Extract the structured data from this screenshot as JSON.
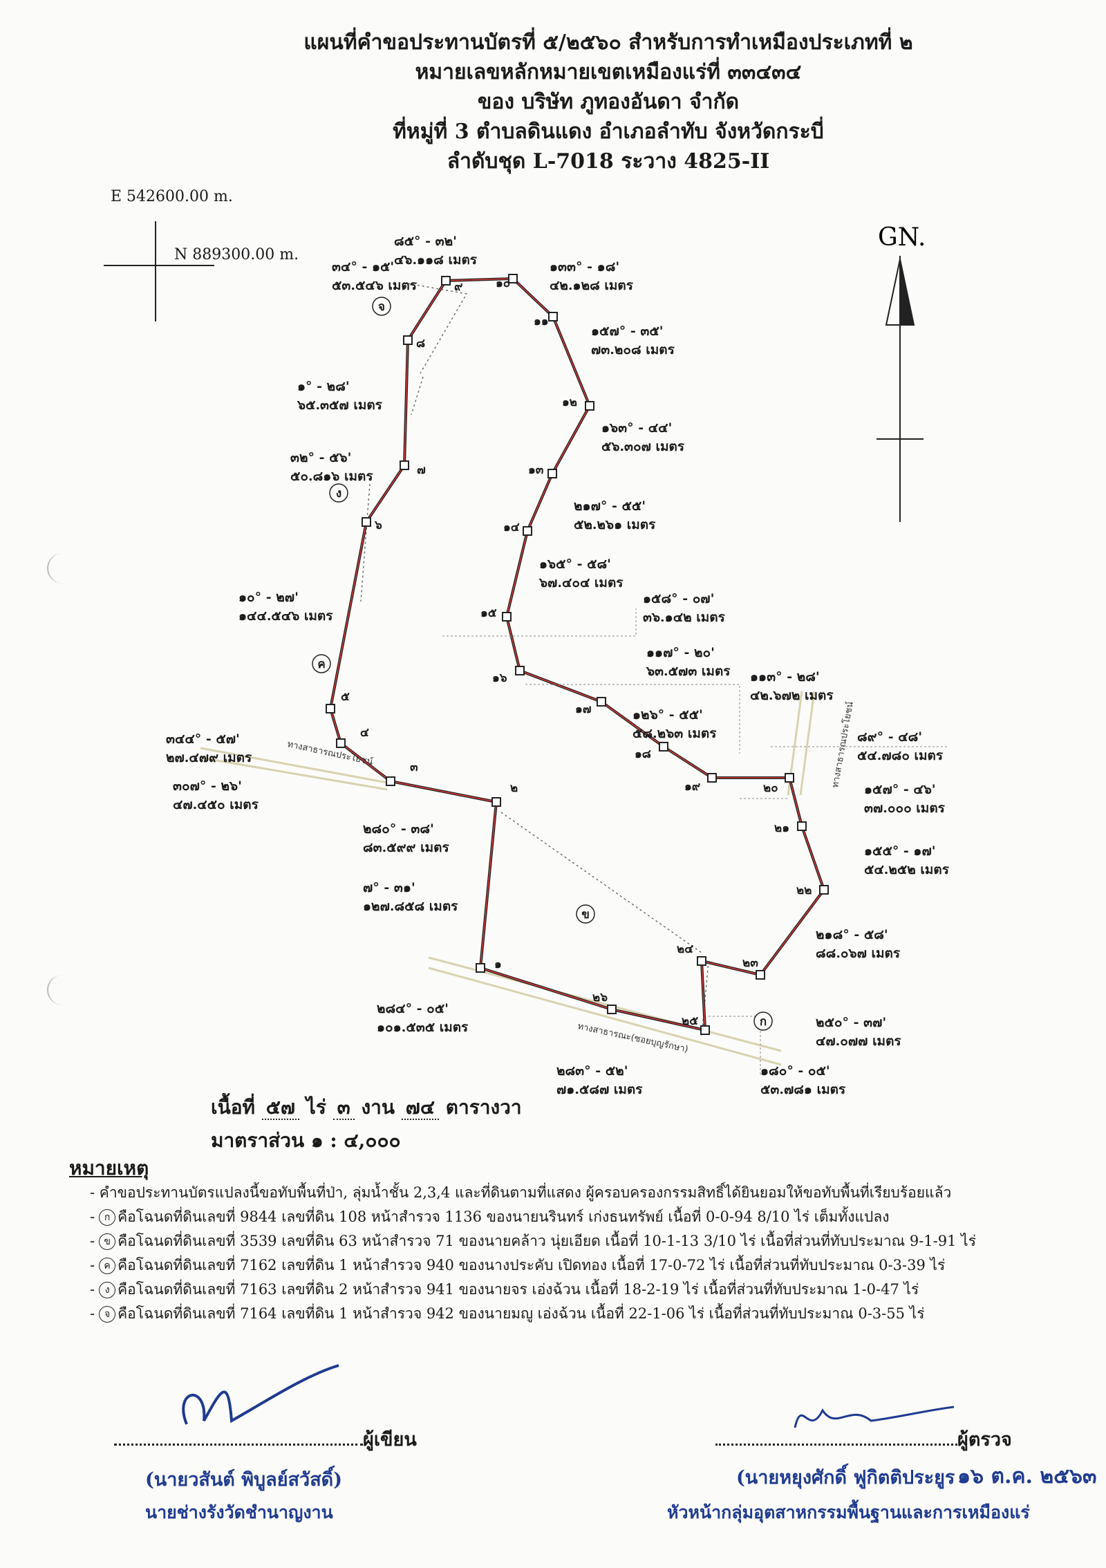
{
  "title": {
    "line1": "แผนที่คำขอประทานบัตรที่ ๕/๒๕๖๐ สำหรับการทำเหมืองประเภทที่ ๒",
    "line2": "หมายเลขหลักหมายเขตเหมืองแร่ที่ ๓๓๔๓๔",
    "line3": "ของ บริษัท ภูทองอันดา จำกัด",
    "line4": "ที่หมู่ที่ 3 ตำบลดินแดง อำเภอลำทับ จังหวัดกระบี่",
    "line5": "ลำดับชุด L-7018 ระวาง 4825-II"
  },
  "coords": {
    "easting": "E 542600.00 m.",
    "northing": "N 889300.00 m."
  },
  "north_label": "GN.",
  "points": [
    {
      "id": "๑",
      "x": 0,
      "y": 0
    },
    {
      "id": "๒",
      "x": 0,
      "y": 0
    },
    {
      "id": "๓",
      "x": 0,
      "y": 0
    },
    {
      "id": "๔",
      "x": 0,
      "y": 0
    },
    {
      "id": "๕",
      "x": 0,
      "y": 0
    },
    {
      "id": "๖",
      "x": 0,
      "y": 0
    },
    {
      "id": "๗",
      "x": 0,
      "y": 0
    },
    {
      "id": "๘",
      "x": 0,
      "y": 0
    },
    {
      "id": "๙",
      "x": 0,
      "y": 0
    },
    {
      "id": "๑๐",
      "x": 0,
      "y": 0
    },
    {
      "id": "๑๑",
      "x": 0,
      "y": 0
    },
    {
      "id": "๑๒",
      "x": 0,
      "y": 0
    },
    {
      "id": "๑๓",
      "x": 0,
      "y": 0
    },
    {
      "id": "๑๔",
      "x": 0,
      "y": 0
    },
    {
      "id": "๑๕",
      "x": 0,
      "y": 0
    },
    {
      "id": "๑๖",
      "x": 0,
      "y": 0
    },
    {
      "id": "๑๗",
      "x": 0,
      "y": 0
    },
    {
      "id": "๑๘",
      "x": 0,
      "y": 0
    },
    {
      "id": "๑๙",
      "x": 0,
      "y": 0
    },
    {
      "id": "๒๐",
      "x": 0,
      "y": 0
    },
    {
      "id": "๒๑",
      "x": 0,
      "y": 0
    },
    {
      "id": "๒๒",
      "x": 0,
      "y": 0
    },
    {
      "id": "๒๓",
      "x": 0,
      "y": 0
    },
    {
      "id": "๒๔",
      "x": 0,
      "y": 0
    },
    {
      "id": "๒๕",
      "x": 0,
      "y": 0
    },
    {
      "id": "๒๖",
      "x": 0,
      "y": 0
    }
  ],
  "bearings": [
    {
      "b": "๘๕° - ๓๒'",
      "d": "๔๖.๑๑๘ เมตร"
    },
    {
      "b": "๓๔° - ๑๕'",
      "d": "๕๓.๕๔๖ เมตร"
    },
    {
      "b": "๑๓๓° - ๑๘'",
      "d": "๔๒.๑๒๘ เมตร"
    },
    {
      "b": "๑๕๗° - ๓๕'",
      "d": "๗๓.๒๐๘ เมตร"
    },
    {
      "b": "๑° - ๒๘'",
      "d": "๖๕.๓๕๗ เมตร"
    },
    {
      "b": "๑๖๓° - ๔๔'",
      "d": "๕๖.๓๐๗ เมตร"
    },
    {
      "b": "๓๒° - ๕๖'",
      "d": "๕๐.๘๑๖ เมตร"
    },
    {
      "b": "๒๑๗° - ๕๕'",
      "d": "๕๒.๒๖๑ เมตร"
    },
    {
      "b": "๑๖๕° - ๕๘'",
      "d": "๖๗.๔๐๔ เมตร"
    },
    {
      "b": "๑๐° - ๒๗'",
      "d": "๑๔๔.๕๔๖ เมตร"
    },
    {
      "b": "๑๕๘° - ๐๗'",
      "d": "๓๖.๑๔๒ เมตร"
    },
    {
      "b": "๑๑๗° - ๒๐'",
      "d": "๖๓.๕๗๓ เมตร"
    },
    {
      "b": "๑๑๓° - ๒๘'",
      "d": "๔๒.๖๗๒ เมตร"
    },
    {
      "b": "๑๒๖° - ๕๕'",
      "d": "๕๘.๒๖๓ เมตร"
    },
    {
      "b": "๓๔๔° - ๕๗'",
      "d": "๒๗.๔๗๙ เมตร"
    },
    {
      "b": "๘๙° - ๔๘'",
      "d": "๕๔.๗๘๐ เมตร"
    },
    {
      "b": "๓๐๗° - ๒๖'",
      "d": "๔๗.๔๕๐ เมตร"
    },
    {
      "b": "๑๕๗° - ๔๖'",
      "d": "๓๗.๐๐๐ เมตร"
    },
    {
      "b": "๒๘๐° - ๓๘'",
      "d": "๘๓.๕๙๙ เมตร"
    },
    {
      "b": "๑๕๕° - ๑๗'",
      "d": "๕๔.๒๕๒ เมตร"
    },
    {
      "b": "๗° - ๓๑'",
      "d": "๑๒๗.๘๕๘ เมตร"
    },
    {
      "b": "๒๑๘° - ๕๘'",
      "d": "๘๘.๐๖๗ เมตร"
    },
    {
      "b": "๒๘๔° - ๐๕'",
      "d": "๑๐๑.๕๓๕ เมตร"
    },
    {
      "b": "๒๕๐° - ๓๗'",
      "d": "๔๗.๐๗๗ เมตร"
    },
    {
      "b": "๒๘๓° - ๕๒'",
      "d": "๗๑.๕๘๗ เมตร"
    },
    {
      "b": "๑๘๐° - ๐๕'",
      "d": "๕๓.๗๘๑ เมตร"
    }
  ],
  "parcel_marks": [
    "ก",
    "ข",
    "ค",
    "ง",
    "จ"
  ],
  "roads": {
    "road_top": "ทางสาธารณประโยชน์",
    "road_right": "ทางสาธารณประโยชน์",
    "road_bottom": "ทางสาธารณะ(ซอยบุญรักษา)"
  },
  "area": {
    "label": "เนื้อที่",
    "rai": "๕๗",
    "rai_unit": "ไร่",
    "ngan": "๓",
    "ngan_unit": "งาน",
    "wa": "๗๔",
    "wa_unit": "ตารางวา"
  },
  "scale": "มาตราส่วน ๑ : ๔,๐๐๐",
  "notes_heading": "หมายเหตุ",
  "notes": {
    "intro": "- คำขอประทานบัตรแปลงนี้ขอทับพื้นที่ป่า, ลุ่มน้ำชั้น 2,3,4 และที่ดินตามที่แสดง ผู้ครอบครองกรรมสิทธิ์ได้ยินยอมให้ขอทับพื้นที่เรียบร้อยแล้ว",
    "items": [
      {
        "mark": "ก",
        "text": "คือโฉนดที่ดินเลขที่ 9844 เลขที่ดิน 108 หน้าสำรวจ 1136 ของนายนรินทร์ เก่งธนทรัพย์ เนื้อที่ 0-0-94 8/10 ไร่ เต็มทั้งแปลง"
      },
      {
        "mark": "ข",
        "text": "คือโฉนดที่ดินเลขที่ 3539 เลขที่ดิน 63 หน้าสำรวจ 71 ของนายคล้าว นุ่ยเอียด เนื้อที่ 10-1-13 3/10 ไร่ เนื้อที่ส่วนที่ทับประมาณ 9-1-91 ไร่"
      },
      {
        "mark": "ค",
        "text": "คือโฉนดที่ดินเลขที่ 7162 เลขที่ดิน 1 หน้าสำรวจ 940 ของนางประคับ เปิดทอง เนื้อที่ 17-0-72 ไร่ เนื้อที่ส่วนที่ทับประมาณ 0-3-39 ไร่"
      },
      {
        "mark": "ง",
        "text": "คือโฉนดที่ดินเลขที่ 7163 เลขที่ดิน 2 หน้าสำรวจ 941 ของนายจร เอ่งฉ้วน เนื้อที่ 18-2-19 ไร่ เนื้อที่ส่วนที่ทับประมาณ 1-0-47 ไร่"
      },
      {
        "mark": "จ",
        "text": "คือโฉนดที่ดินเลขที่ 7164 เลขที่ดิน 1 หน้าสำรวจ 942 ของนายมญู เอ่งฉ้วน เนื้อที่ 22-1-06 ไร่ เนื้อที่ส่วนที่ทับประมาณ 0-3-55 ไร่"
      }
    ]
  },
  "signatures": {
    "writer_label": "ผู้เขียน",
    "writer_name": "(นายวสันต์ พิบูลย์สวัสดิ์)",
    "writer_title": "นายช่างรังวัดชำนาญงาน",
    "checker_label": "ผู้ตรวจ",
    "checker_name": "(นายหยุงศักดิ์ ฟูกิตติประยูร",
    "checker_date": "๑๖ ต.ค. ๒๕๖๓",
    "checker_title": "หัวหน้ากลุ่มอุตสาหกรรมพื้นฐานและการเหมืองแร่"
  }
}
